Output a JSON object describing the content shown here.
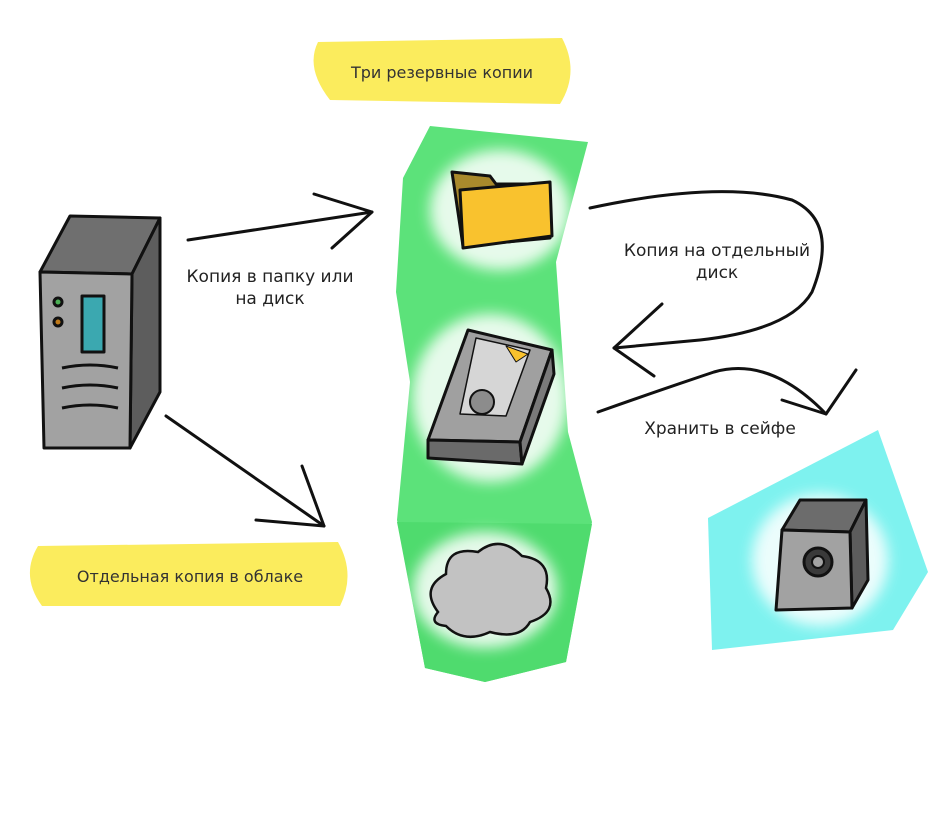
{
  "labels": {
    "three_copies": "Три резервные копии",
    "copy_to_folder": "Копия в папку или\nна диск",
    "copy_to_disk": "Копия на отдельный\nдиск",
    "store_in_safe": "Хранить в сейфе",
    "cloud_copy": "Отдельная копия в облаке"
  },
  "colors": {
    "highlight_yellow": "#fbec5d",
    "backup_column_green": "#5ce27a",
    "safe_area_cyan": "#7ef2ef",
    "folder_yellow": "#f9c22e",
    "device_gray": "#9c9c9c",
    "screen_teal": "#3ba8b0",
    "ink": "#111111"
  },
  "icons": [
    "computer-tower-icon",
    "folder-icon",
    "hard-drive-icon",
    "cloud-icon",
    "safe-icon"
  ]
}
